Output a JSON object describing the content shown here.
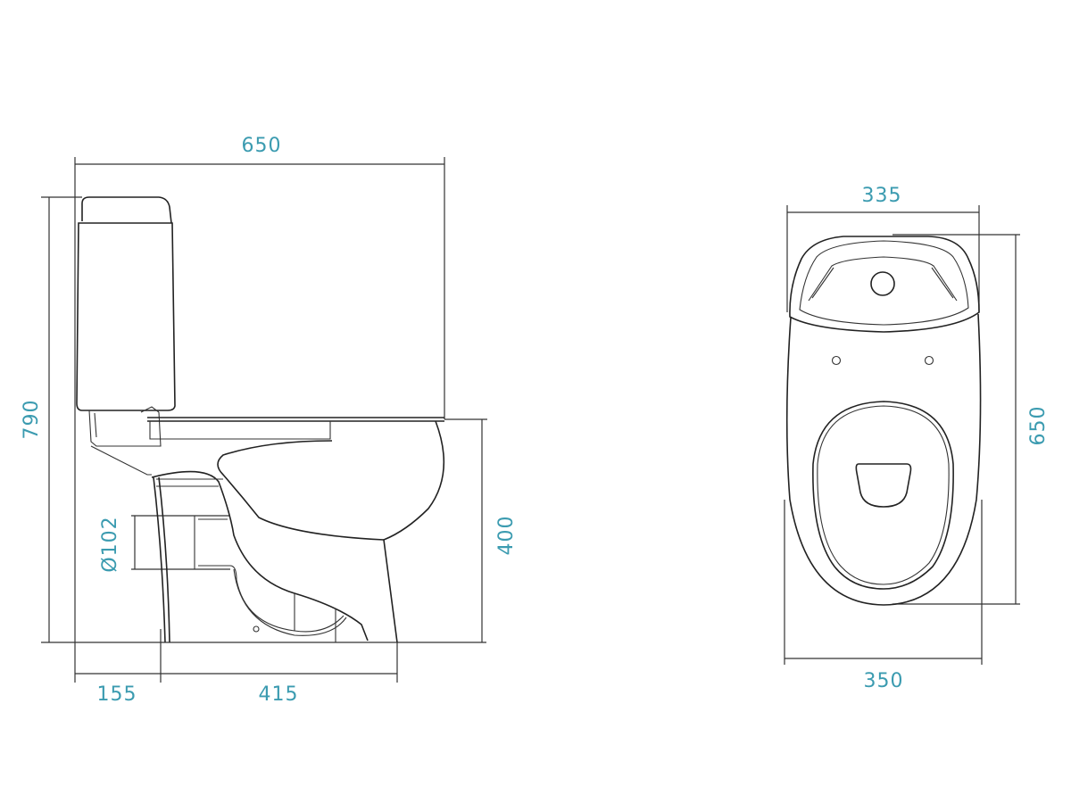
{
  "side_view": {
    "overall_length": "650",
    "overall_height": "790",
    "outlet_diameter": "Ø102",
    "seat_height": "400",
    "outlet_offset": "155",
    "base_length": "415"
  },
  "top_view": {
    "tank_width": "335",
    "overall_length": "650",
    "bowl_width": "350"
  },
  "colors": {
    "dimension_text": "#3b9bb0",
    "line": "#222222"
  }
}
